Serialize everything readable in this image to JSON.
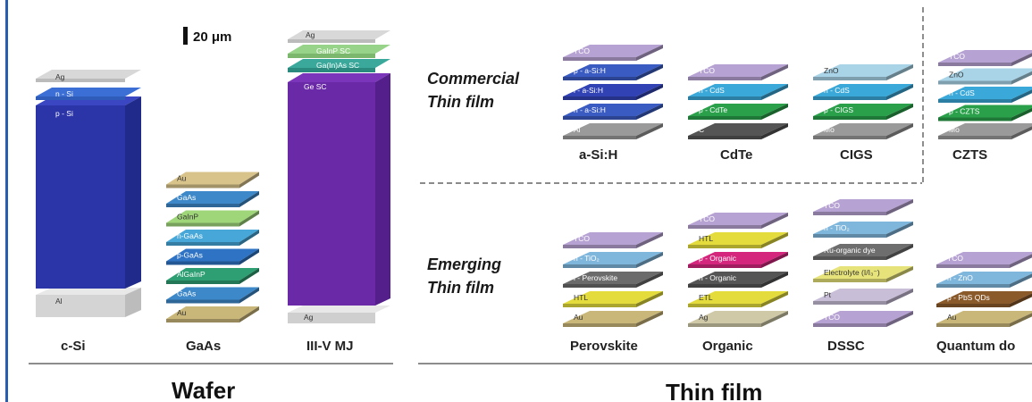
{
  "scale_bar": {
    "label": "20 μm"
  },
  "sections": {
    "wafer": "Wafer",
    "thin_film": "Thin film"
  },
  "categories": {
    "commercial": "Commercial\nThin film",
    "emerging": "Emerging\nThin film"
  },
  "devices": {
    "csi": {
      "label": "c-Si",
      "bottom": "Al",
      "layers": [
        {
          "text": "p - Si",
          "color": "#2c35a8"
        },
        {
          "text": "n - Si",
          "color": "#3b6fd6"
        },
        {
          "text": "Ag",
          "color": "#cfcfcf"
        }
      ]
    },
    "gaas": {
      "label": "GaAs",
      "layers": [
        {
          "text": "Au",
          "color": "#c9b779"
        },
        {
          "text": "GaAs",
          "color": "#3d88c9"
        },
        {
          "text": "AlGaInP",
          "color": "#2e9e73"
        },
        {
          "text": "p-GaAs",
          "color": "#2f74c4"
        },
        {
          "text": "n-GaAs",
          "color": "#46a7d8"
        },
        {
          "text": "GaInP",
          "color": "#9fd67a"
        },
        {
          "text": "GaAs",
          "color": "#3d88c9"
        },
        {
          "text": "Au",
          "color": "#d8c38a"
        }
      ]
    },
    "iiiv": {
      "label": "III-V MJ",
      "bottom": "Ag",
      "layers": [
        {
          "text": "Ge SC",
          "color": "#6a2aa8"
        },
        {
          "text": "Ga(In)As SC",
          "color": "#3aa89a"
        },
        {
          "text": "GaInP SC",
          "color": "#98d38a"
        },
        {
          "text": "Ag",
          "color": "#cfcfcf"
        }
      ]
    },
    "asi": {
      "label": "a-Si:H",
      "layers": [
        {
          "text": "Al",
          "color": "#9a9a9a"
        },
        {
          "text": "n - a-Si:H",
          "color": "#3a5bc2"
        },
        {
          "text": "i - a-Si:H",
          "color": "#3142b5"
        },
        {
          "text": "p - a-Si:H",
          "color": "#3a5bc2"
        },
        {
          "text": "TCO",
          "color": "#b7a3d3"
        }
      ]
    },
    "cdte": {
      "label": "CdTe",
      "layers": [
        {
          "text": "C",
          "color": "#555555"
        },
        {
          "text": "p - CdTe",
          "color": "#2aa04a"
        },
        {
          "text": "n - CdS",
          "color": "#3aa8d8"
        },
        {
          "text": "TCO",
          "color": "#b7a3d3"
        }
      ]
    },
    "cigs": {
      "label": "CIGS",
      "layers": [
        {
          "text": "Mo",
          "color": "#9a9a9a"
        },
        {
          "text": "p - CIGS",
          "color": "#2aa04a"
        },
        {
          "text": "n - CdS",
          "color": "#3aa8d8"
        },
        {
          "text": "ZnO",
          "color": "#a9d4e8"
        }
      ]
    },
    "czts": {
      "label": "CZTS",
      "layers": [
        {
          "text": "Mo",
          "color": "#9a9a9a"
        },
        {
          "text": "p - CZTS",
          "color": "#2aa04a"
        },
        {
          "text": "n - CdS",
          "color": "#3aa8d8"
        },
        {
          "text": "ZnO",
          "color": "#a9d4e8"
        },
        {
          "text": "TCO",
          "color": "#b7a3d3"
        }
      ]
    },
    "perovskite": {
      "label": "Perovskite",
      "layers": [
        {
          "text": "Au",
          "color": "#c9b779"
        },
        {
          "text": "HTL",
          "color": "#e3dc3c"
        },
        {
          "text": "i - Perovskite",
          "color": "#6b6b6b"
        },
        {
          "text": "n - TiO₂",
          "color": "#7fb6dc"
        },
        {
          "text": "TCO",
          "color": "#b7a3d3"
        }
      ]
    },
    "organic": {
      "label": "Organic",
      "layers": [
        {
          "text": "Ag",
          "color": "#cfc9a8"
        },
        {
          "text": "ETL",
          "color": "#e3dc3c"
        },
        {
          "text": "n - Organic",
          "color": "#555555"
        },
        {
          "text": "p - Organic",
          "color": "#d5267e"
        },
        {
          "text": "HTL",
          "color": "#e3dc3c"
        },
        {
          "text": "TCO",
          "color": "#b7a3d3"
        }
      ]
    },
    "dssc": {
      "label": "DSSC",
      "layers": [
        {
          "text": "TCO",
          "color": "#b7a3d3"
        },
        {
          "text": "Pt",
          "color": "#c8bed8"
        },
        {
          "text": "Electrolyte (I/I₃⁻)",
          "color": "#e6e37a"
        },
        {
          "text": "Ru-organic dye",
          "color": "#6e6e6e"
        },
        {
          "text": "n - TiO₂",
          "color": "#7fb6dc"
        },
        {
          "text": "TCO",
          "color": "#b7a3d3"
        }
      ]
    },
    "qd": {
      "label": "Quantum do",
      "layers": [
        {
          "text": "Au",
          "color": "#c9b779"
        },
        {
          "text": "p - PbS QDs",
          "color": "#8a5a2b"
        },
        {
          "text": "n - ZnO",
          "color": "#7fb6dc"
        },
        {
          "text": "TCO",
          "color": "#b7a3d3"
        }
      ]
    }
  }
}
